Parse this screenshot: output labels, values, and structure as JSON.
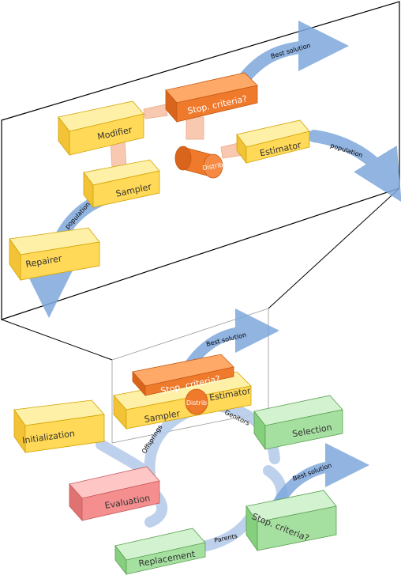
{
  "zoom": {
    "blocks": {
      "modifier": "Modifier",
      "sampler": "Sampler",
      "repairer": "Repairer",
      "stop": "Stop. criteria?",
      "estimator": "Estimator",
      "distrib": "Distrib"
    },
    "arrows": {
      "best_solution": "Best solution",
      "population_right": "population",
      "population_left": "population"
    }
  },
  "bottom": {
    "blocks": {
      "stop": "Stop. criteria?",
      "sampler": "Sampler",
      "distrib": "Distrib",
      "estimator": "Estimator",
      "initialization": "Initialization",
      "selection": "Selection",
      "evaluation": "Evaluation",
      "stop2": "Stop. criteria?",
      "replacement": "Replacement"
    },
    "labels": {
      "best_solution_top": "Best solution",
      "best_solution_right": "Best solution",
      "genitors": "Genitors",
      "offsprings": "Offsprings",
      "parents": "Parents"
    }
  },
  "colors": {
    "yellow": "#ffd957",
    "orange": "#f07a2c",
    "green": "#a6e0a0",
    "red": "#f58f8f",
    "arrow": "#7ea8dc"
  }
}
